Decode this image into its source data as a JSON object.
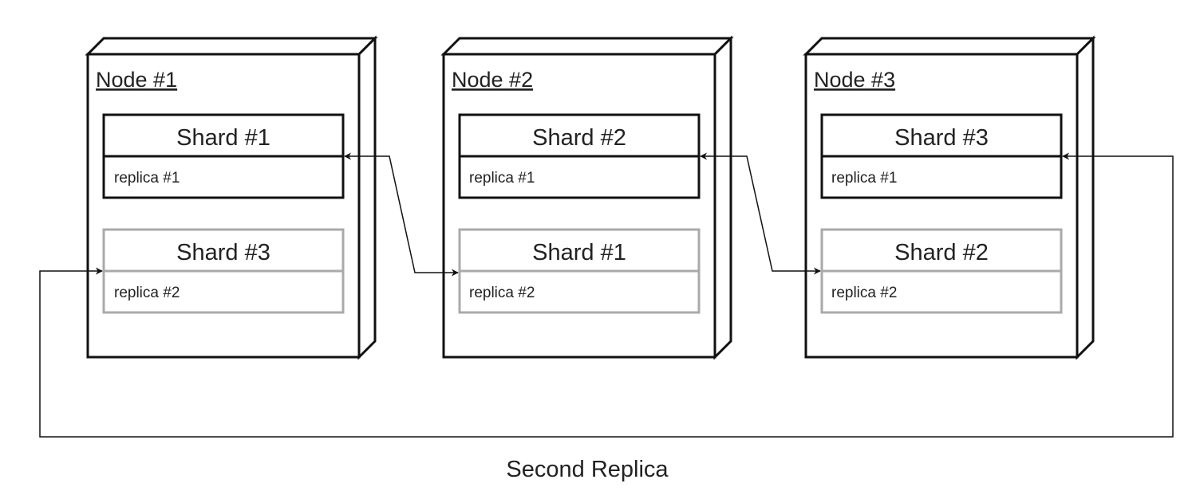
{
  "colors": {
    "primary_stroke": "#111111",
    "replica_stroke": "#aaaaaa",
    "text": "#222222",
    "connector": "#111111"
  },
  "nodes": [
    {
      "title": "Node #1",
      "primary": {
        "shard": "Shard #1",
        "replica": "replica #1"
      },
      "secondary": {
        "shard": "Shard #3",
        "replica": "replica #2"
      }
    },
    {
      "title": "Node #2",
      "primary": {
        "shard": "Shard #2",
        "replica": "replica #1"
      },
      "secondary": {
        "shard": "Shard #1",
        "replica": "replica #2"
      }
    },
    {
      "title": "Node #3",
      "primary": {
        "shard": "Shard #3",
        "replica": "replica #1"
      },
      "secondary": {
        "shard": "Shard #2",
        "replica": "replica #2"
      }
    }
  ],
  "edges": [
    {
      "from": "node-1-primary",
      "to": "node-2-secondary"
    },
    {
      "from": "node-2-primary",
      "to": "node-3-secondary"
    },
    {
      "from": "node-3-primary",
      "to": "node-1-secondary"
    }
  ],
  "caption": "Second Replica"
}
